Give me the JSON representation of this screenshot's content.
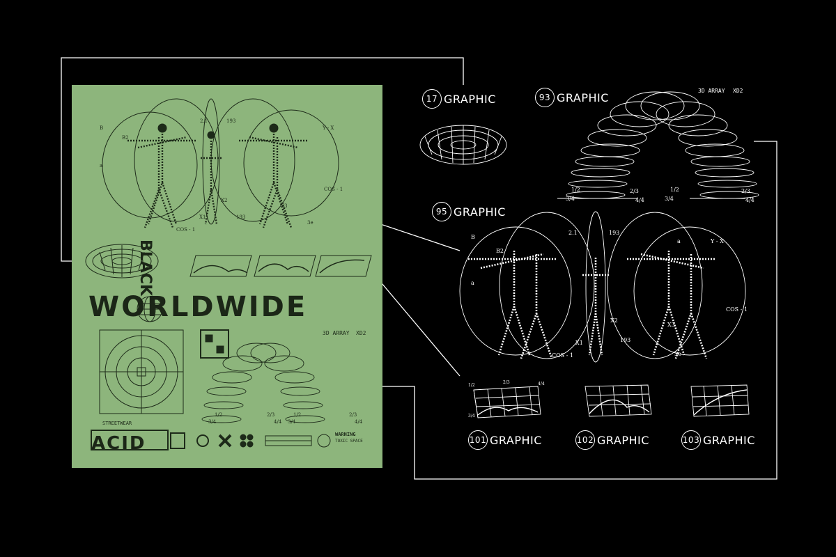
{
  "poster": {
    "wordmark": "WORLDWIDE",
    "side_word": "BLACK",
    "brand_word": "ACID",
    "array_label": "3D ARRAY",
    "array_code": "XD2",
    "warning_label": "WARNING",
    "warning_sub": "TOXIC SPACE",
    "street_label": "STREETWEAR",
    "coords": [
      "B",
      "B2",
      "a",
      "2.1",
      "193",
      "a",
      "Y - X",
      "COS - 1",
      "X2",
      "X1",
      "X3",
      "193",
      "3e",
      "COS - 1"
    ],
    "fractions": [
      "1/2",
      "3/4",
      "2/3",
      "4/4",
      "1/2",
      "3/4",
      "2/3",
      "4/4"
    ]
  },
  "graphics": [
    {
      "number": "17",
      "label": "GRAPHIC"
    },
    {
      "number": "93",
      "label": "GRAPHIC"
    },
    {
      "number": "95",
      "label": "GRAPHIC"
    },
    {
      "number": "101",
      "label": "GRAPHIC"
    },
    {
      "number": "102",
      "label": "GRAPHIC"
    },
    {
      "number": "103",
      "label": "GRAPHIC"
    }
  ],
  "detail": {
    "array_label": "3D ARRAY",
    "array_code": "XD2",
    "coords": [
      "B",
      "B2",
      "a",
      "2.1",
      "193",
      "a",
      "Y - X",
      "COS - 1",
      "X2",
      "X1",
      "X3",
      "193",
      "3e",
      "COS - 1"
    ],
    "fractions": [
      "1/2",
      "3/4",
      "2/3",
      "4/4",
      "1/2",
      "3/4",
      "2/3",
      "4/4"
    ],
    "surface_fractions": [
      "1/2",
      "2/3",
      "3/4",
      "4/4"
    ]
  },
  "colors": {
    "background": "#000000",
    "poster": "#8db57c",
    "ink": "#1d2a19",
    "line": "#ffffff"
  }
}
